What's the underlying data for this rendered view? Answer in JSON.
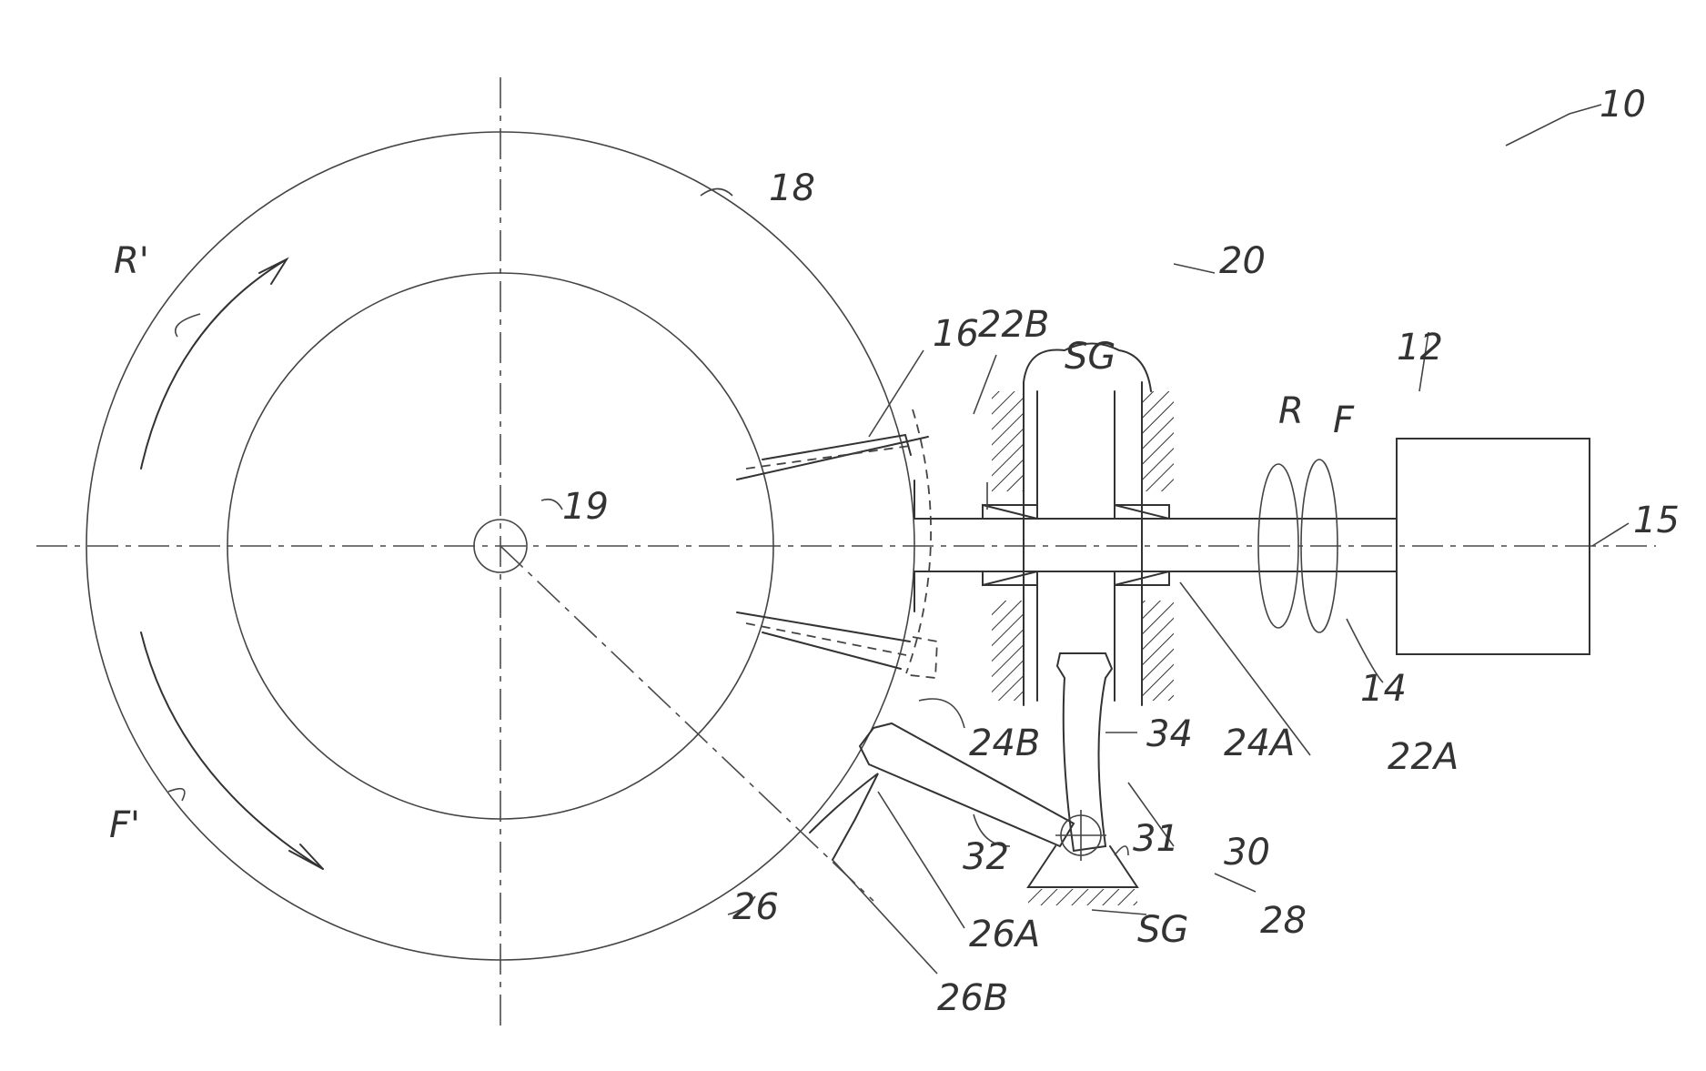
{
  "labels": {
    "fig_ref": "10",
    "pulley_outer": "18",
    "center": "19",
    "rev_rot_wheel": "R'",
    "fwd_rot_wheel": "F'",
    "coupling": "16",
    "assembly": "20",
    "bearing_upper": "22B",
    "bearing_lower": "22A",
    "ground_top": "SG",
    "ground_bottom": "SG",
    "motor": "12",
    "axis": "15",
    "shaft": "14",
    "rev_rot_shaft": "R",
    "fwd_rot_shaft": "F",
    "support_b": "24B",
    "support_a": "24A",
    "arm_vertical": "34",
    "arm_lower": "32",
    "pivot": "31",
    "brake_lever": "30",
    "brake_mech": "28",
    "brake_shoe": "26",
    "shoe_a": "26A",
    "shoe_b": "26B"
  }
}
